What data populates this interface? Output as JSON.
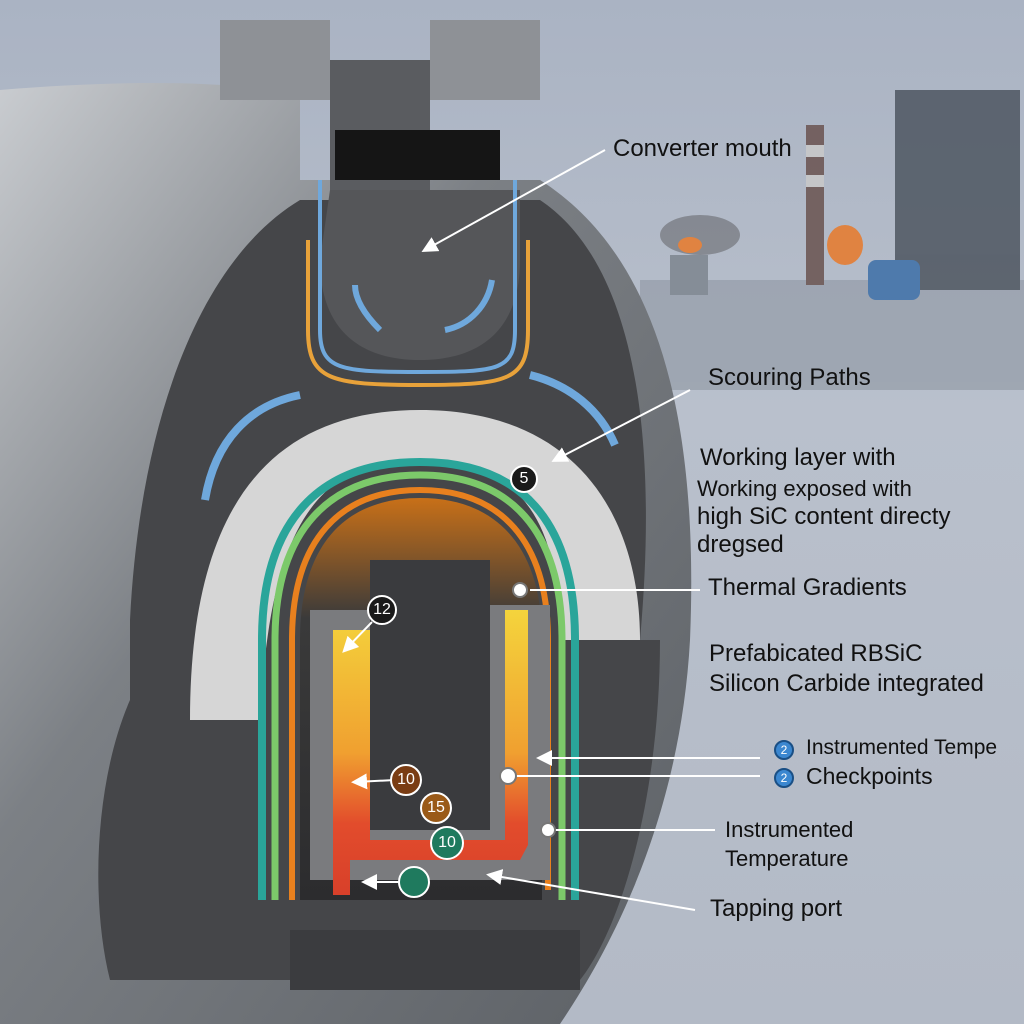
{
  "labels": {
    "converter_mouth": "Converter mouth",
    "scouring_paths": "Scouring Paths",
    "working_layer_title": "Working layer with",
    "working_layer_desc": [
      "Working exposed with",
      "high SiC content directy",
      "dregsed"
    ],
    "thermal_gradients": "Thermal Gradients",
    "prefab": [
      "Prefabicated RBSiC",
      "Silicon Carbide integrated"
    ],
    "instrumented_tempe": "Instrumented Tempe",
    "checkpoints": "Checkpoints",
    "instrumented_temperature": [
      "Instrumented",
      "Temperature"
    ],
    "tapping_port": "Tapping port"
  },
  "badges": {
    "b5": "5",
    "b12": "12",
    "b10a": "10",
    "b15": "15",
    "b10b": "10",
    "legend_a": "2",
    "legend_b": "2"
  },
  "colors": {
    "shell": "#8a8d92",
    "refractory": "#4a4b4e",
    "working_layer": "#d8d8d8",
    "hot": "#e04a2a",
    "warm": "#f2c83a",
    "flow_blue": "#6fa8dc",
    "flow_orange": "#e8a23a",
    "green_layer": "#7cc96a",
    "teal_layer": "#2aa59a"
  }
}
